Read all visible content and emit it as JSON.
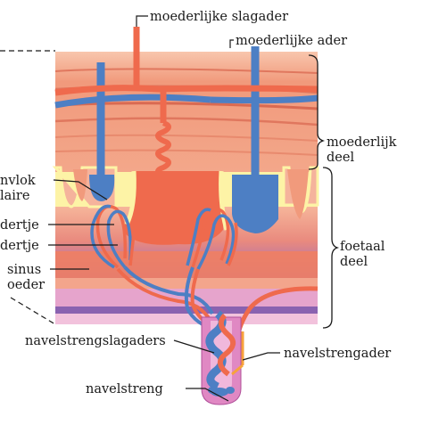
{
  "labels": {
    "maternal_artery": "moederlijke slagader",
    "maternal_vein": "moederlijke ader",
    "maternal_part_line1": "moederlijk",
    "maternal_part_line2": "deel",
    "fetal_part_line1": "foetaal",
    "fetal_part_line2": "deel",
    "villus_line1": "nvlok",
    "villus_line2": "laire",
    "arteriole": "dertje",
    "venule": "dertje",
    "sinus_line1": "sinus",
    "sinus_line2": "oeder",
    "umbilical_arteries": "navelstrengslagaders",
    "umbilical_vein": "navelstrengader",
    "umbilical_cord": "navelstreng"
  },
  "colors": {
    "artery": "#ef6a4d",
    "vein": "#4d7fc4",
    "tissue_light": "#f6b59a",
    "tissue_mid": "#f08a6c",
    "sinus_yellow": "#fdf3a6",
    "fetal_purple": "#8a62b0",
    "fetal_pink": "#e6a4cc",
    "cord_pink": "#e088c3"
  }
}
